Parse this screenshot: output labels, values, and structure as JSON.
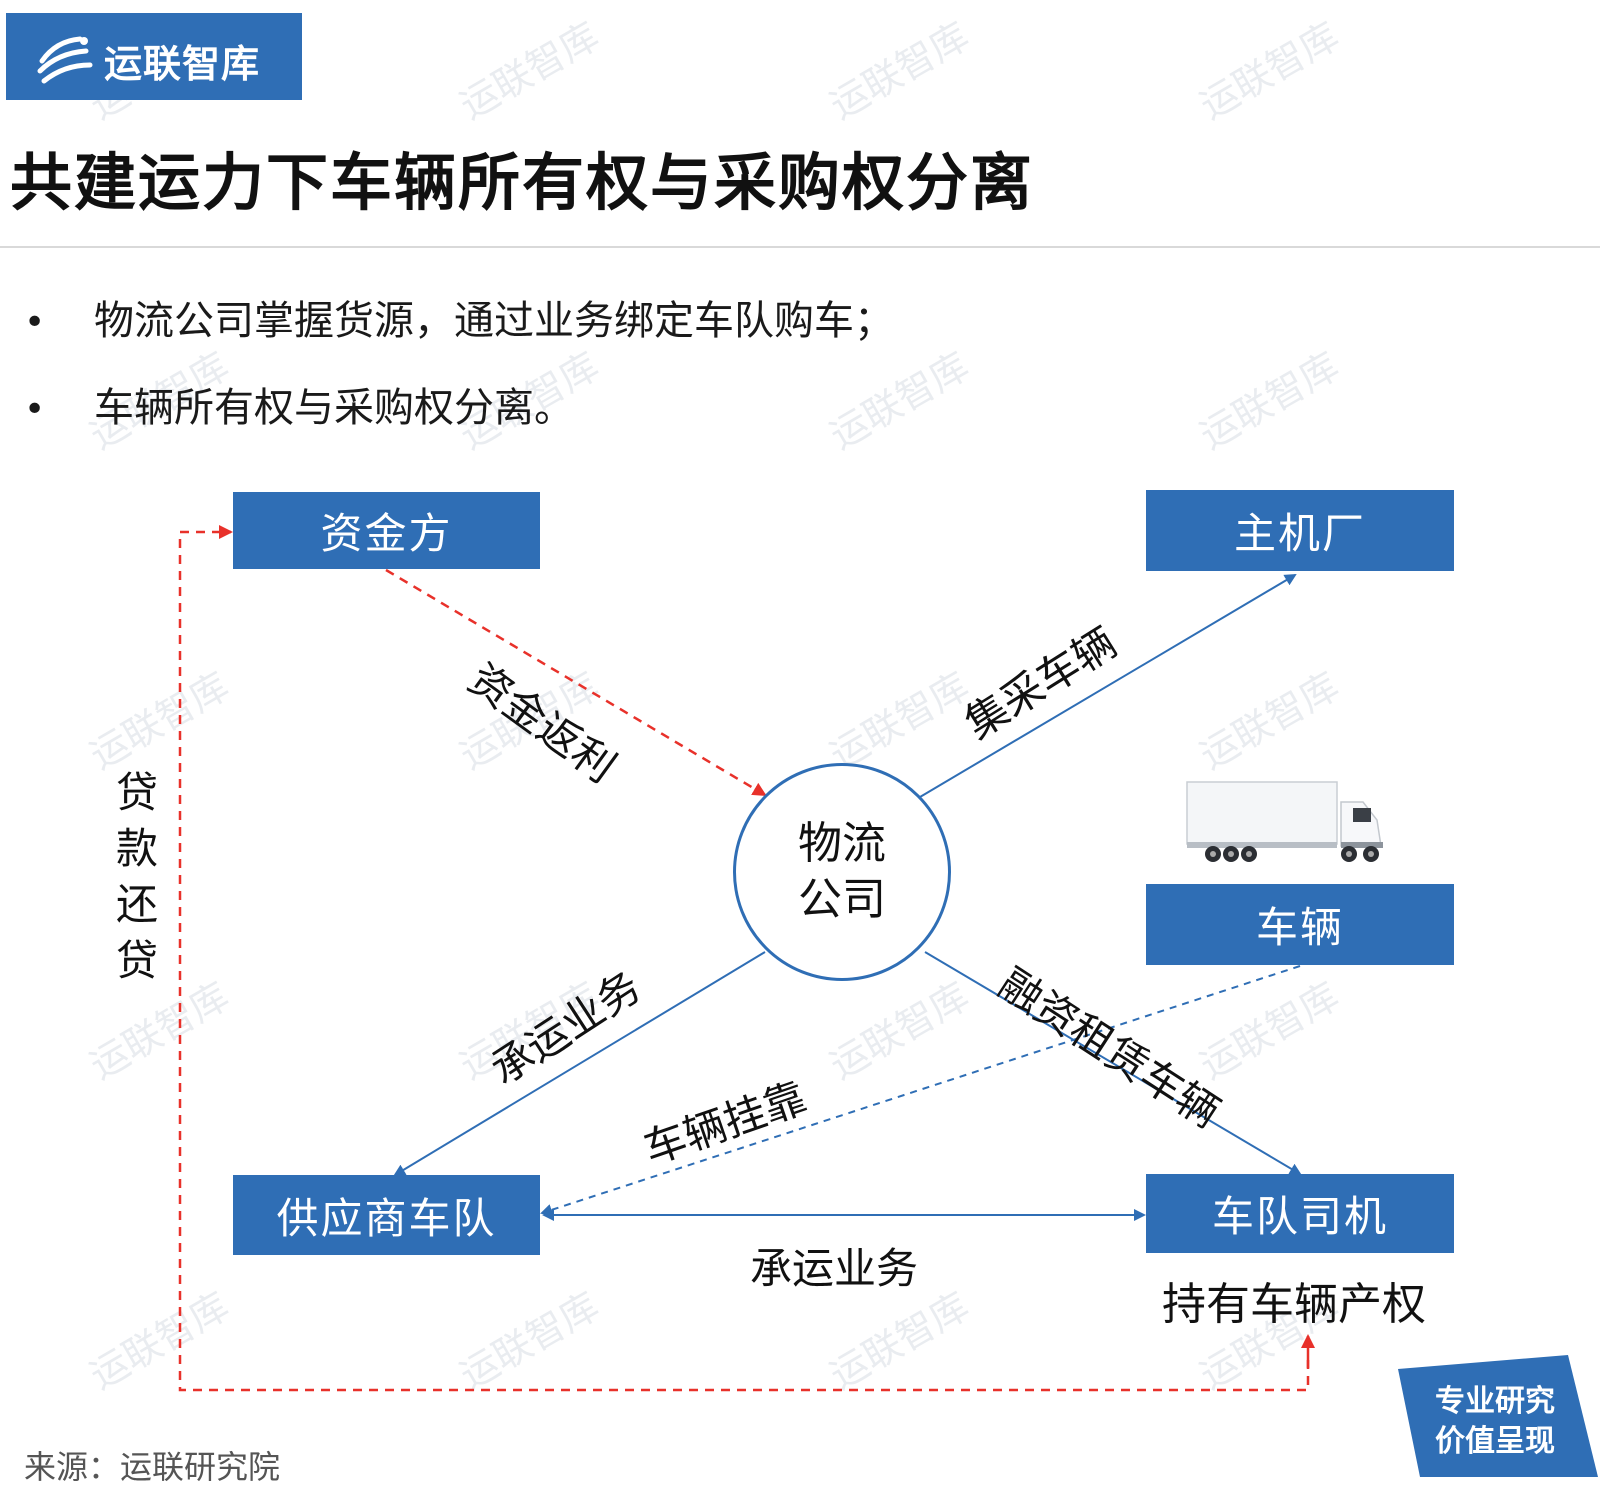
{
  "brand": {
    "name": "运联智库",
    "watermark": "运联智库"
  },
  "title": "共建运力下车辆所有权与采购权分离",
  "bullets": [
    "物流公司掌握货源，通过业务绑定车队购车；",
    "车辆所有权与采购权分离。"
  ],
  "nodes": {
    "center": {
      "line1": "物流",
      "line2": "公司"
    },
    "funder": "资金方",
    "oem": "主机厂",
    "vehicle": "车辆",
    "fleet": "供应商车队",
    "driver": "车队司机"
  },
  "edges": {
    "rebate": "资金返利",
    "purchase": "集采车辆",
    "carrier_to_fleet": "承运业务",
    "leasing": "融资租赁车辆",
    "affiliation": "车辆挂靠",
    "carrier_fleet_driver": "承运业务",
    "loan": [
      "贷",
      "款",
      "还",
      "贷"
    ]
  },
  "driver_note": "持有车辆产权",
  "stamp": {
    "line1": "专业研究",
    "line2": "价值呈现"
  },
  "source": "来源：运联研究院",
  "colors": {
    "box": "#2f6eb5",
    "solid_line": "#2f6eb5",
    "dashed_blue": "#2f6eb5",
    "dashed_red": "#e8312a"
  }
}
